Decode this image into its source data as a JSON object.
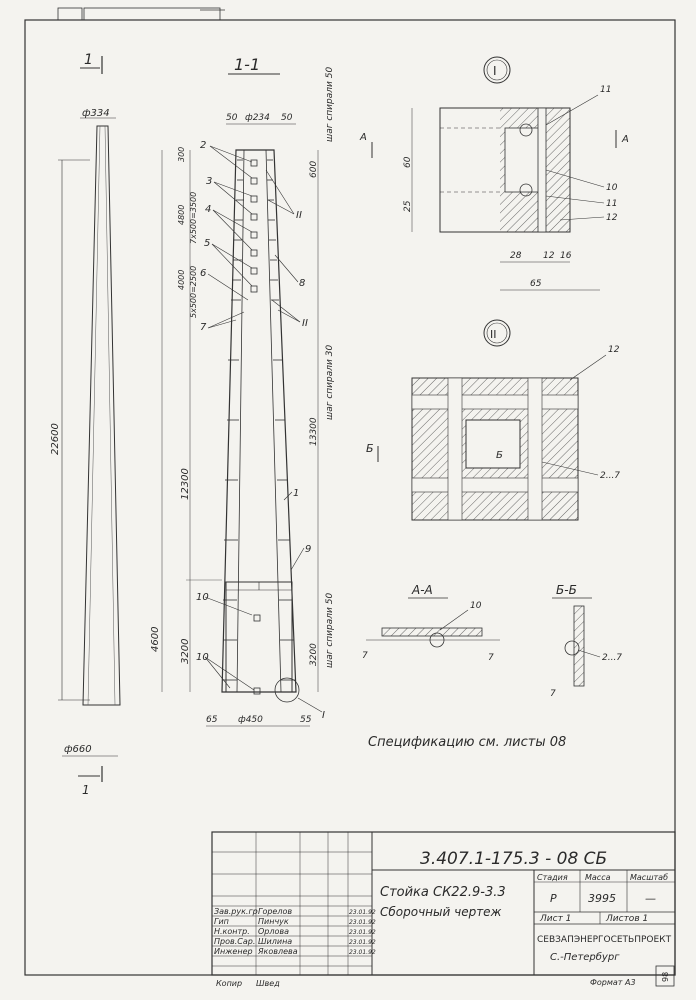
{
  "views": {
    "view_1": "1",
    "view_1_1": "1-1",
    "detail_I": "I",
    "detail_II": "II",
    "section_AA": "А-А",
    "section_BB": "Б-Б",
    "mark_A": "А",
    "mark_B": "Б",
    "mark_bottom": "I"
  },
  "dims": {
    "d334": "ф334",
    "d660": "ф660",
    "total": "22600",
    "top50a": "50",
    "d234": "ф234",
    "top50b": "50",
    "top_step": "шаг спирали 50",
    "t600": "600",
    "mid_step": "шаг спирали 30",
    "m13300": "13300",
    "l12300": "12300",
    "l3200": "3200",
    "l4600": "4600",
    "bot_step": "шаг спирали 50",
    "r3200": "3200",
    "b65": "65",
    "d450": "ф450",
    "b55": "55",
    "v300": "300",
    "v4800": "4800",
    "v3500": "7х500=3500",
    "v4000": "4000",
    "v2500": "5х500=2500",
    "i60": "60",
    "i25": "25",
    "i28": "28",
    "i12": "12",
    "i16": "16",
    "i65": "65",
    "s7a": "7",
    "s7b": "7",
    "s7c": "7"
  },
  "callouts": {
    "c2": "2",
    "c3": "3",
    "c4": "4",
    "c5": "5",
    "c6": "6",
    "c7": "7",
    "cII_a": "II",
    "cII_b": "II",
    "c8": "8",
    "c1": "1",
    "c9": "9",
    "c10a": "10",
    "c10b": "10",
    "d11a": "11",
    "d10": "10",
    "d11b": "11",
    "d12": "12",
    "e12": "12",
    "e2_7": "2...7",
    "aa10": "10",
    "bb2_7": "2...7"
  },
  "note": "Спецификацию см. листы 08",
  "title_block": {
    "code": "3.407.1-175.3 - 08 СБ",
    "name": "Стойка СК22.9-3.3",
    "subtitle": "Сборочный чертеж",
    "col_stage": "Стадия",
    "col_mass": "Масса",
    "col_scale": "Масштаб",
    "stage": "Р",
    "mass": "3995",
    "scale": "—",
    "sheet": "Лист 1",
    "sheets": "Листов 1",
    "org": "СЕВЗАПЭНЕРГОСЕТЬПРОЕКТ",
    "city": "С.-Петербург",
    "format": "Формат А3",
    "copied": "Копир",
    "copied_name": "Швед",
    "side_mark": "98",
    "people": [
      {
        "role": "Зав.рук.гр",
        "name": "Горелов",
        "date": "23.01.92"
      },
      {
        "role": "Гип",
        "name": "Пинчук",
        "date": "23.01.92"
      },
      {
        "role": "Н.контр.",
        "name": "Орлова",
        "date": "23.01.92"
      },
      {
        "role": "Пров.Сар.",
        "name": "Шилина",
        "date": "23.01.92"
      },
      {
        "role": "Инженер",
        "name": "Яковлева",
        "date": "23.01.92"
      }
    ]
  }
}
